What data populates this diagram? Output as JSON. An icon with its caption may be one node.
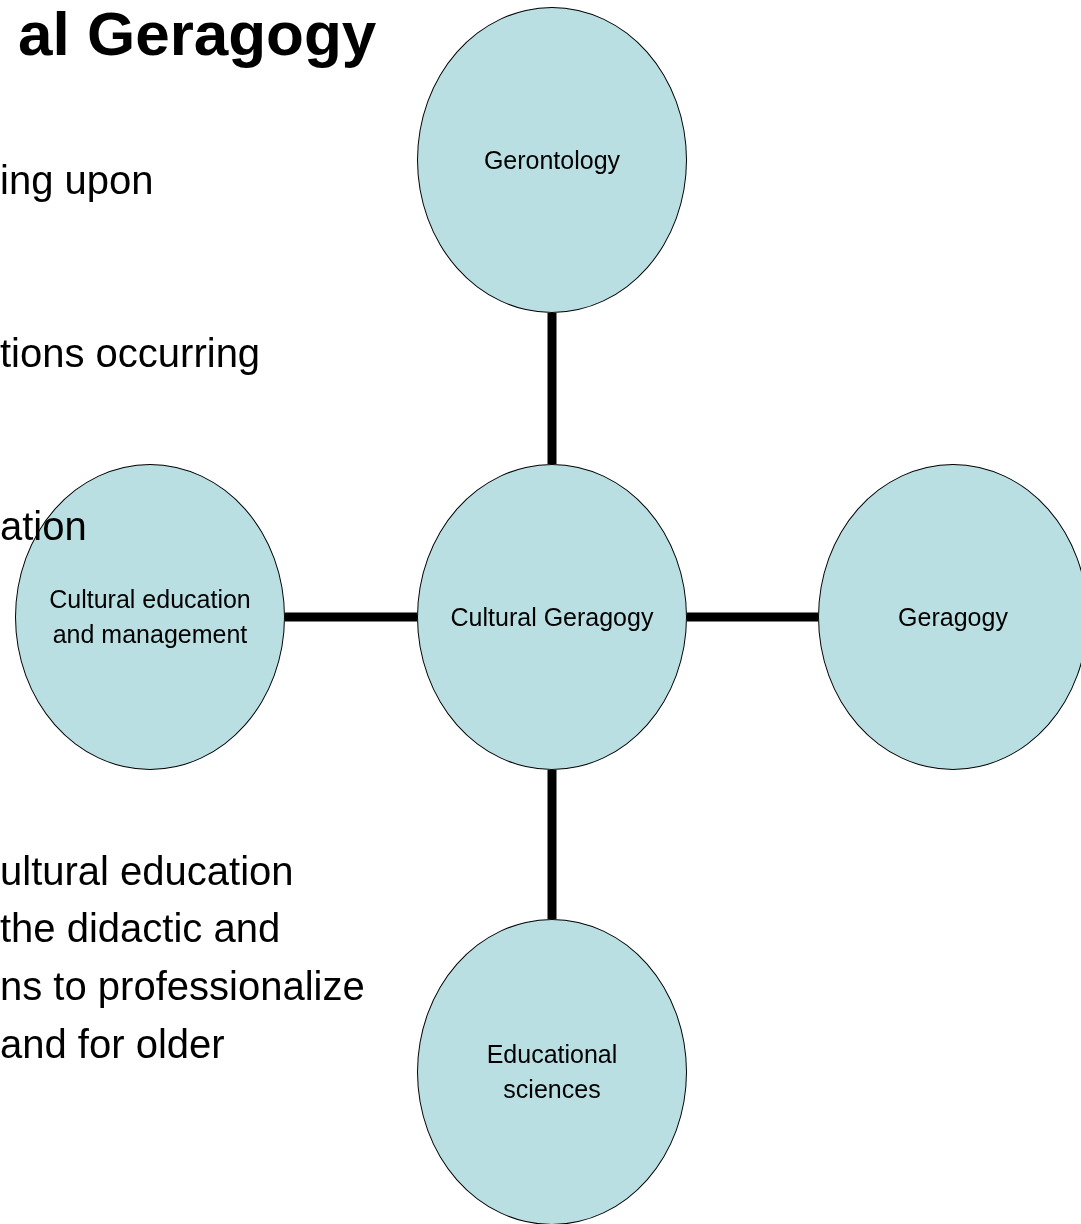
{
  "diagram": {
    "title": "al Geragogy",
    "nodes": [
      {
        "text": [
          "Gerontology"
        ]
      },
      {
        "text": [
          "Cultural education and management"
        ]
      },
      {
        "text": [
          "Cultural Geragogy"
        ]
      },
      {
        "text": [
          "Geragogy"
        ]
      },
      {
        "text": [
          "Educational sciences"
        ]
      }
    ],
    "edges": [
      {
        "from": 2,
        "to": 0,
        "arrow": "none"
      },
      {
        "from": 2,
        "to": 1,
        "arrow": "none"
      },
      {
        "from": 2,
        "to": 3,
        "arrow": "none"
      },
      {
        "from": 2,
        "to": 4,
        "arrow": "none"
      }
    ],
    "labels": [
      "ing upon",
      "tions occurring",
      "ation",
      "ultural education",
      "the didactic and",
      "ns to professionalize",
      "and for older"
    ]
  }
}
